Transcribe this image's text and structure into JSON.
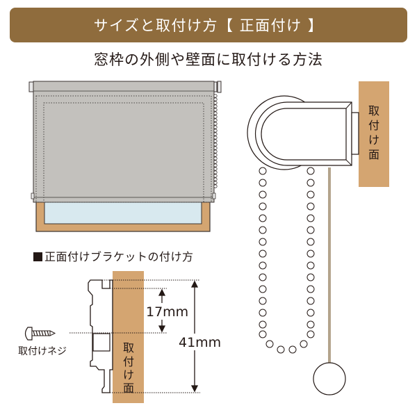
{
  "header": {
    "title": "サイズと取付け方【 正面付け 】",
    "subtitle": "窓枠の外側や壁面に取付ける方法"
  },
  "colors": {
    "banner": "#8f6c3d",
    "wood": "#d4a571",
    "blind_fabric": "#c3c1bd",
    "glass": "#d8e9ef",
    "cord": "#b4a48c",
    "ink": "#231815"
  },
  "blind_illustration": {
    "description": "roller-blind-mounted-on-window-frame-front"
  },
  "side_view": {
    "mount_surface_label": [
      "取",
      "付",
      "け",
      "面"
    ]
  },
  "bracket_section": {
    "title": "正面付けブラケットの付け方",
    "screw_label": "取付けネジ",
    "mount_surface_label": [
      "取",
      "付",
      "け",
      "面"
    ],
    "dimension_small": "17mm",
    "dimension_large": "41mm"
  }
}
